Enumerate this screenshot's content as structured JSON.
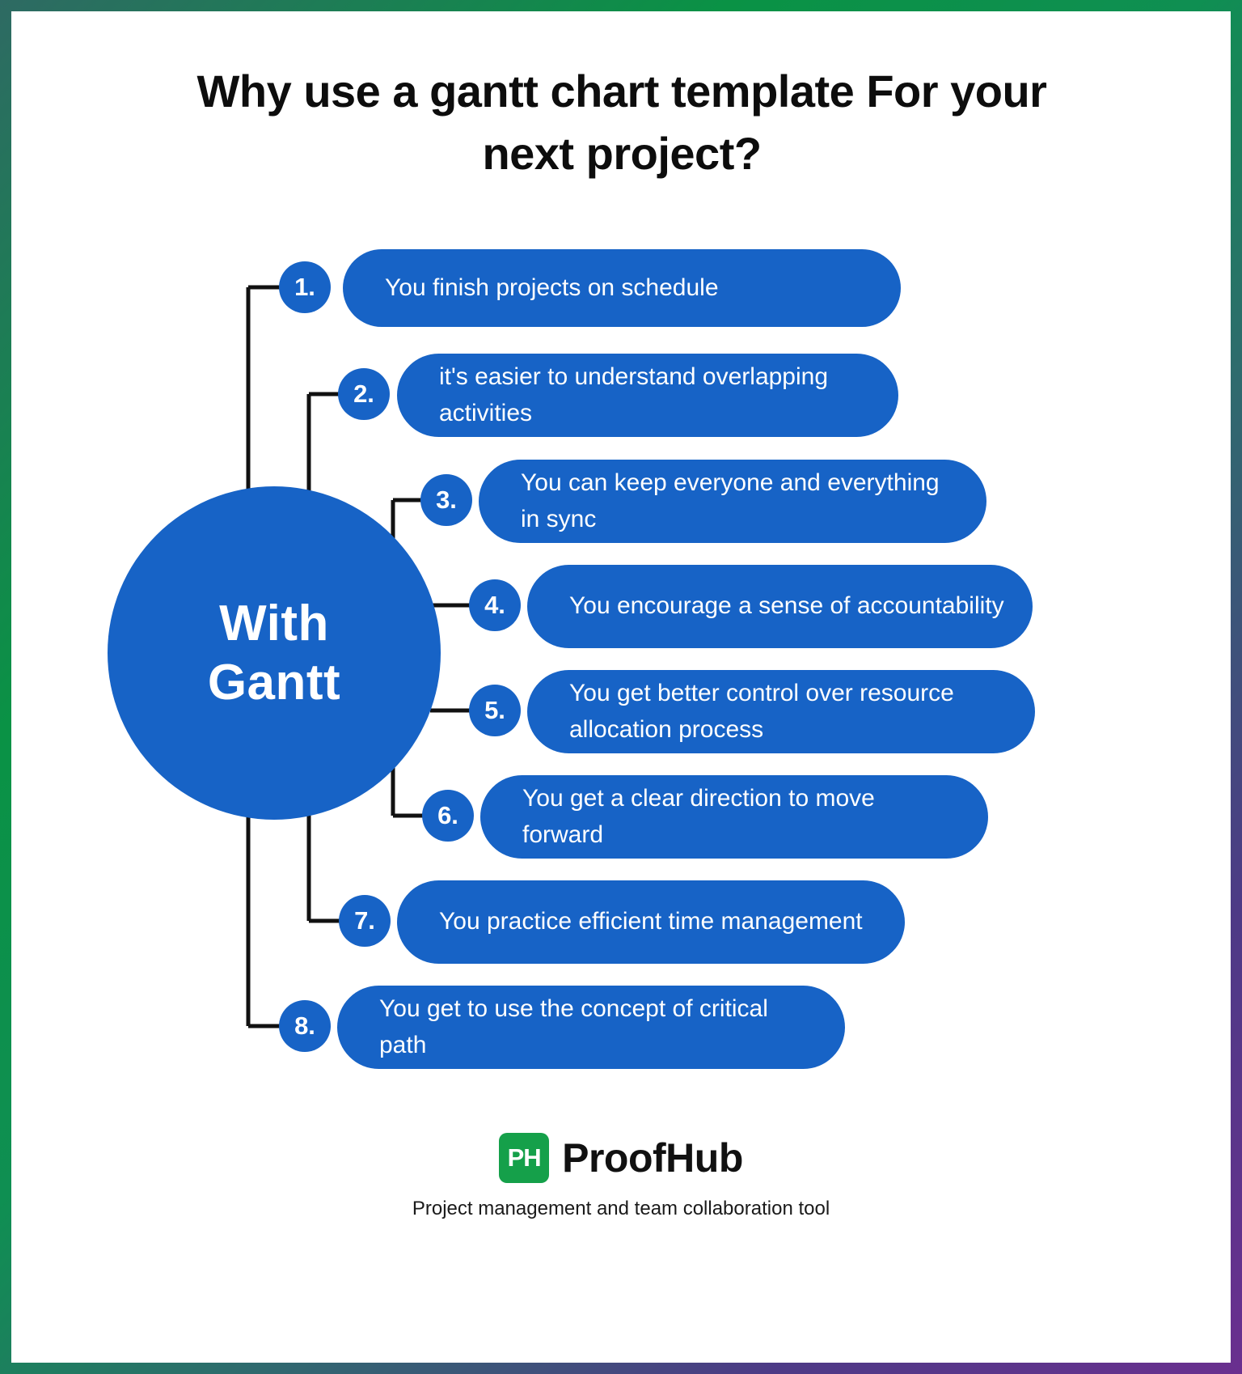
{
  "page": {
    "title_line1": "Why use a gantt chart template For your",
    "title_line2": "next project?",
    "accent_blue": "#1763c6",
    "logo_green": "#15a04a",
    "border_gradient": [
      "#2e6a63",
      "#0a9245",
      "#2f6a6e",
      "#6a2f8f"
    ]
  },
  "hub": {
    "line1": "With",
    "line2": "Gantt"
  },
  "items": [
    {
      "number": "1.",
      "text": "You finish projects on schedule"
    },
    {
      "number": "2.",
      "text": "it's easier to understand overlapping activities"
    },
    {
      "number": "3.",
      "text": "You can keep everyone and everything in sync"
    },
    {
      "number": "4.",
      "text": "You encourage a sense of accountability"
    },
    {
      "number": "5.",
      "text": "You get better control over resource allocation process"
    },
    {
      "number": "6.",
      "text": "You get a clear direction to move forward"
    },
    {
      "number": "7.",
      "text": "You practice efficient time management"
    },
    {
      "number": "8.",
      "text": "You get to use the concept of critical path"
    }
  ],
  "footer": {
    "logo_mark": "PH",
    "logo_name": "ProofHub",
    "tagline": "Project management and team collaboration tool"
  }
}
